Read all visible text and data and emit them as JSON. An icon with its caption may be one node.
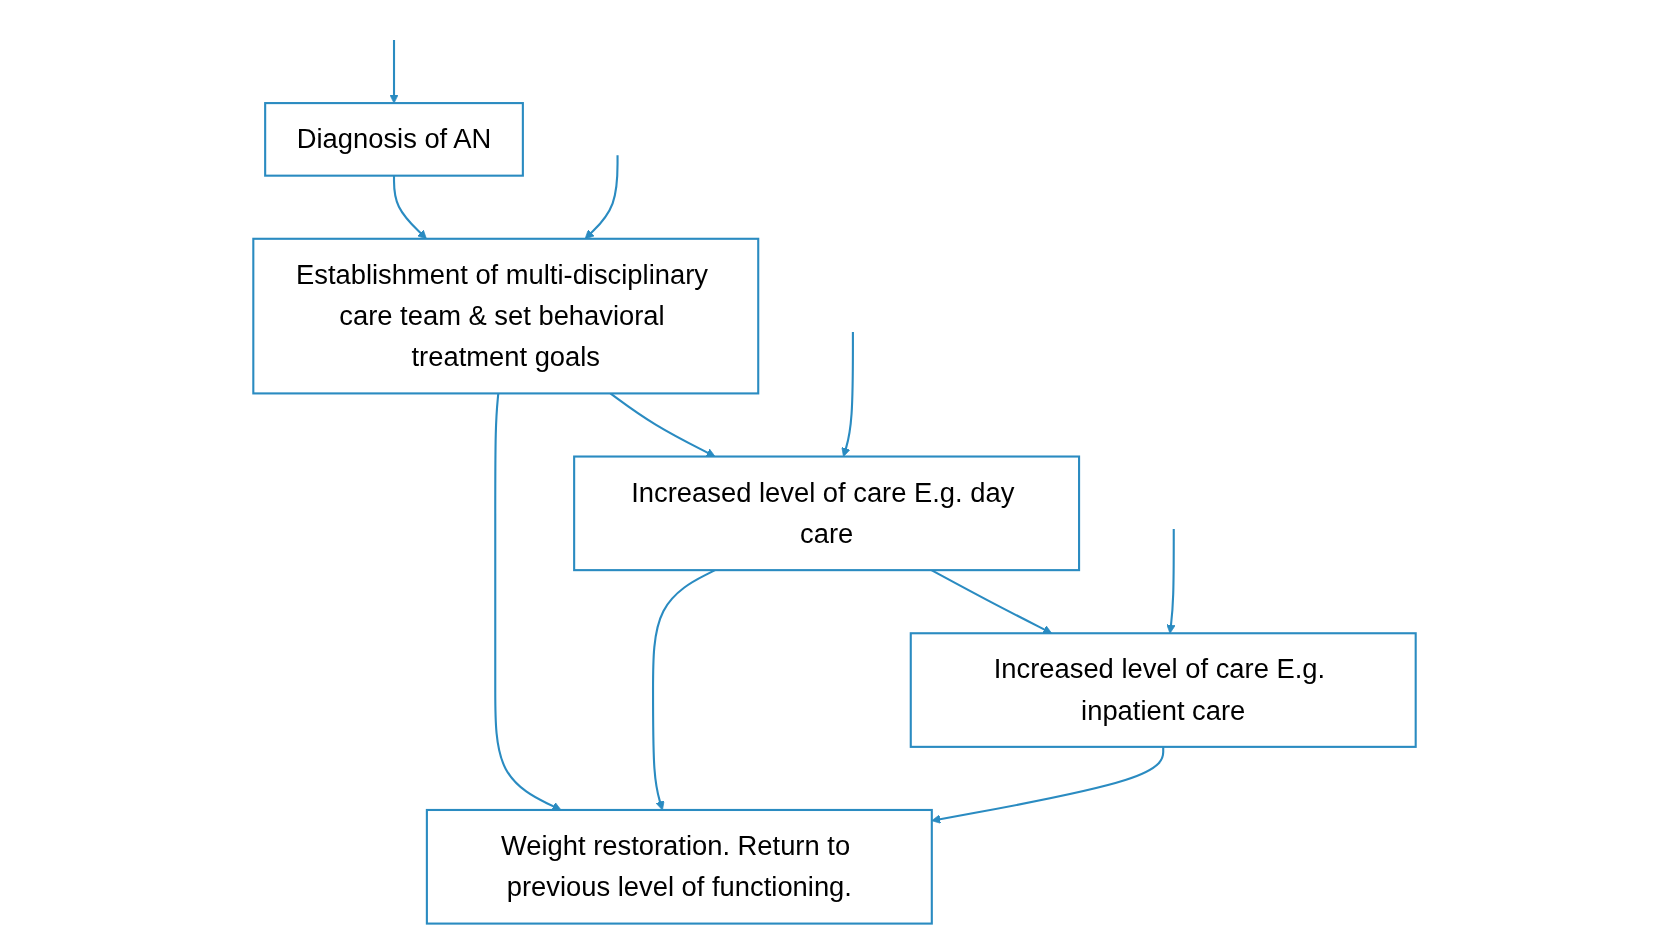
{
  "diagram": {
    "nodes": [
      {
        "text": [
          "Diagnosis of AN"
        ]
      },
      {
        "text": [
          "Establishment of multi-disciplinary care team & set behavioral treatment goals"
        ]
      },
      {
        "text": [
          "Increased level of care E.g. day care"
        ]
      },
      {
        "text": [
          "Increased level of care E.g. inpatient care"
        ]
      },
      {
        "text": [
          "Weight restoration. Return to previous level of functioning."
        ]
      }
    ],
    "edges": [
      {
        "from": null,
        "to": 0,
        "arrow": "to"
      },
      {
        "from": 0,
        "to": 1,
        "arrow": "to"
      },
      {
        "from": null,
        "to": 1,
        "arrow": "to"
      },
      {
        "from": 1,
        "to": 4,
        "arrow": "to"
      },
      {
        "from": 1,
        "to": 2,
        "arrow": "to"
      },
      {
        "from": null,
        "to": 2,
        "arrow": "to"
      },
      {
        "from": 2,
        "to": 4,
        "arrow": "to"
      },
      {
        "from": 2,
        "to": 3,
        "arrow": "to"
      },
      {
        "from": null,
        "to": 3,
        "arrow": "to"
      },
      {
        "from": 3,
        "to": 4,
        "arrow": "to"
      }
    ]
  }
}
